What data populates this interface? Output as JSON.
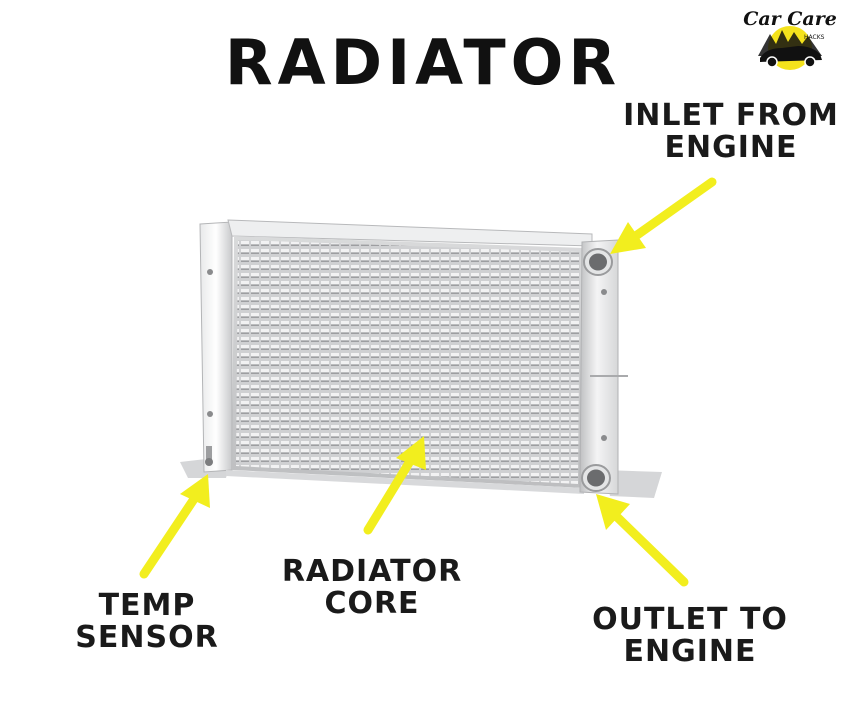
{
  "title": "RADIATOR",
  "logo": {
    "text": "Car Care",
    "subtext": "HACKS"
  },
  "labels": {
    "inlet": {
      "line1": "INLET FROM",
      "line2": "ENGINE"
    },
    "core": {
      "line1": "RADIATOR",
      "line2": "CORE"
    },
    "temp": {
      "line1": "TEMP",
      "line2": "SENSOR"
    },
    "outlet": {
      "line1": "OUTLET TO",
      "line2": "ENGINE"
    }
  },
  "colors": {
    "arrow": "#f2ee1e",
    "text": "#1a1a1a",
    "logo_accent": "#f4e21c",
    "metal": "#c9cacc"
  }
}
